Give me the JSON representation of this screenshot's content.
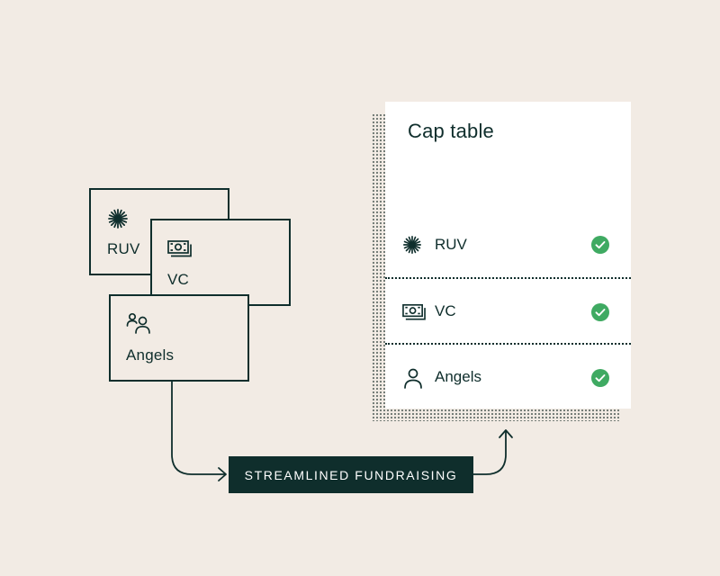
{
  "sources": [
    {
      "label": "RUV",
      "icon": "starburst-icon"
    },
    {
      "label": "VC",
      "icon": "banknote-icon"
    },
    {
      "label": "Angels",
      "icon": "people-icon"
    }
  ],
  "badge": {
    "label": "STREAMLINED FUNDRAISING"
  },
  "cap_table": {
    "title": "Cap table",
    "rows": [
      {
        "label": "RUV",
        "icon": "starburst-icon",
        "status": "check-icon"
      },
      {
        "label": "VC",
        "icon": "banknote-icon",
        "status": "check-icon"
      },
      {
        "label": "Angels",
        "icon": "person-icon",
        "status": "check-icon"
      }
    ]
  },
  "colors": {
    "background": "#f2ebe4",
    "ink": "#0f2e2c",
    "panel": "#ffffff",
    "check": "#3faa62"
  }
}
